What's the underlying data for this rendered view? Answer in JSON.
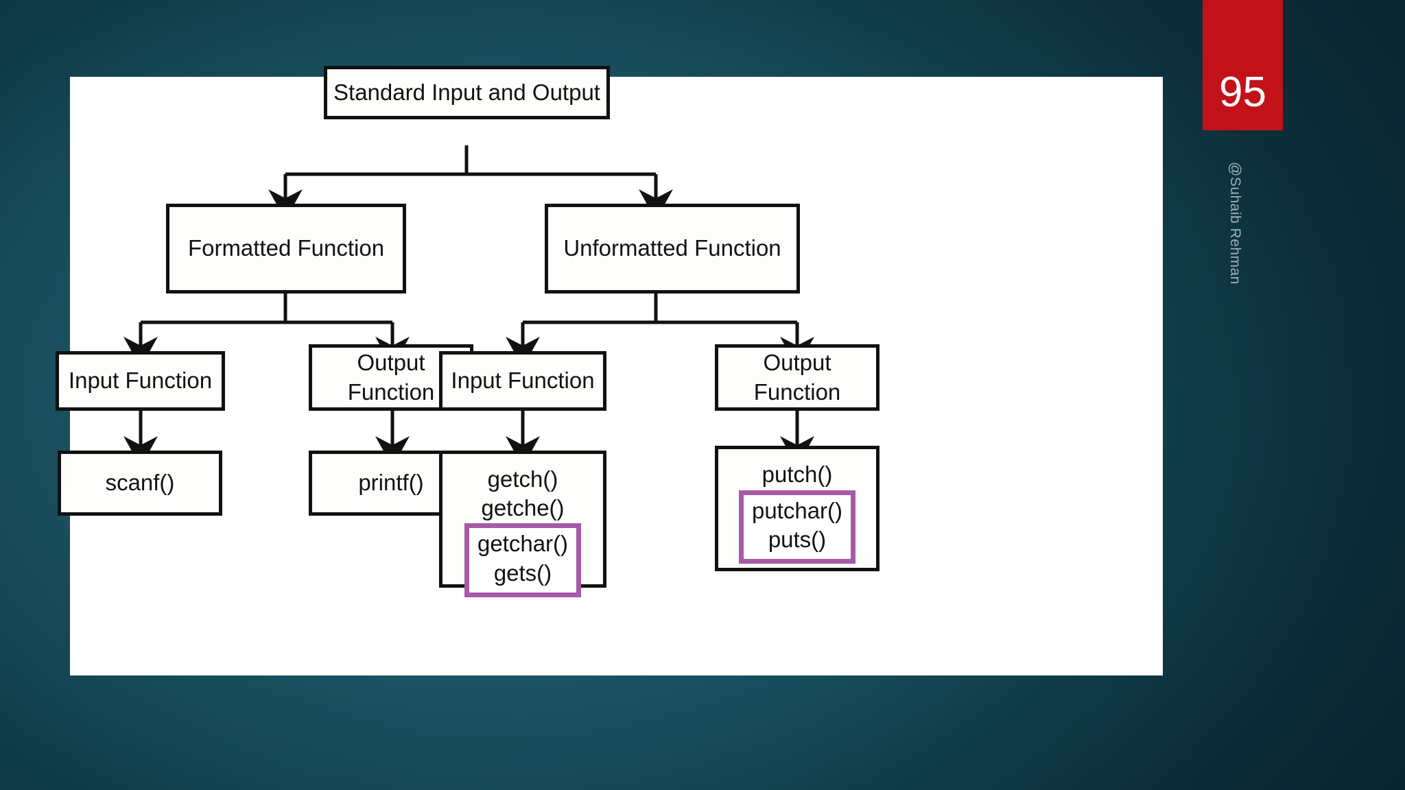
{
  "slide": {
    "page_number": "95",
    "credit": "@Suhaib Rehman",
    "badge_color": "#c1121a",
    "background_color": "#15505f",
    "panel_color": "#ffffff",
    "highlight_color": "#a65aa8",
    "line_color": "#111111"
  },
  "diagram": {
    "type": "tree",
    "root": {
      "label": "Standard Input and Output"
    },
    "level2": [
      {
        "label": "Formatted Function"
      },
      {
        "label": "Unformatted Function"
      }
    ],
    "level3": [
      {
        "label": "Input Function"
      },
      {
        "label_line1": "Output",
        "label_line2": "Function"
      },
      {
        "label": "Input Function"
      },
      {
        "label_line1": "Output",
        "label_line2": "Function"
      }
    ],
    "leaves": [
      {
        "label": "scanf()"
      },
      {
        "label": "printf()"
      },
      {
        "functions": [
          "getch()",
          "getche()"
        ],
        "highlighted": [
          "getchar()",
          "gets()"
        ]
      },
      {
        "functions": [
          "putch()"
        ],
        "highlighted": [
          "putchar()",
          "puts()"
        ]
      }
    ]
  }
}
